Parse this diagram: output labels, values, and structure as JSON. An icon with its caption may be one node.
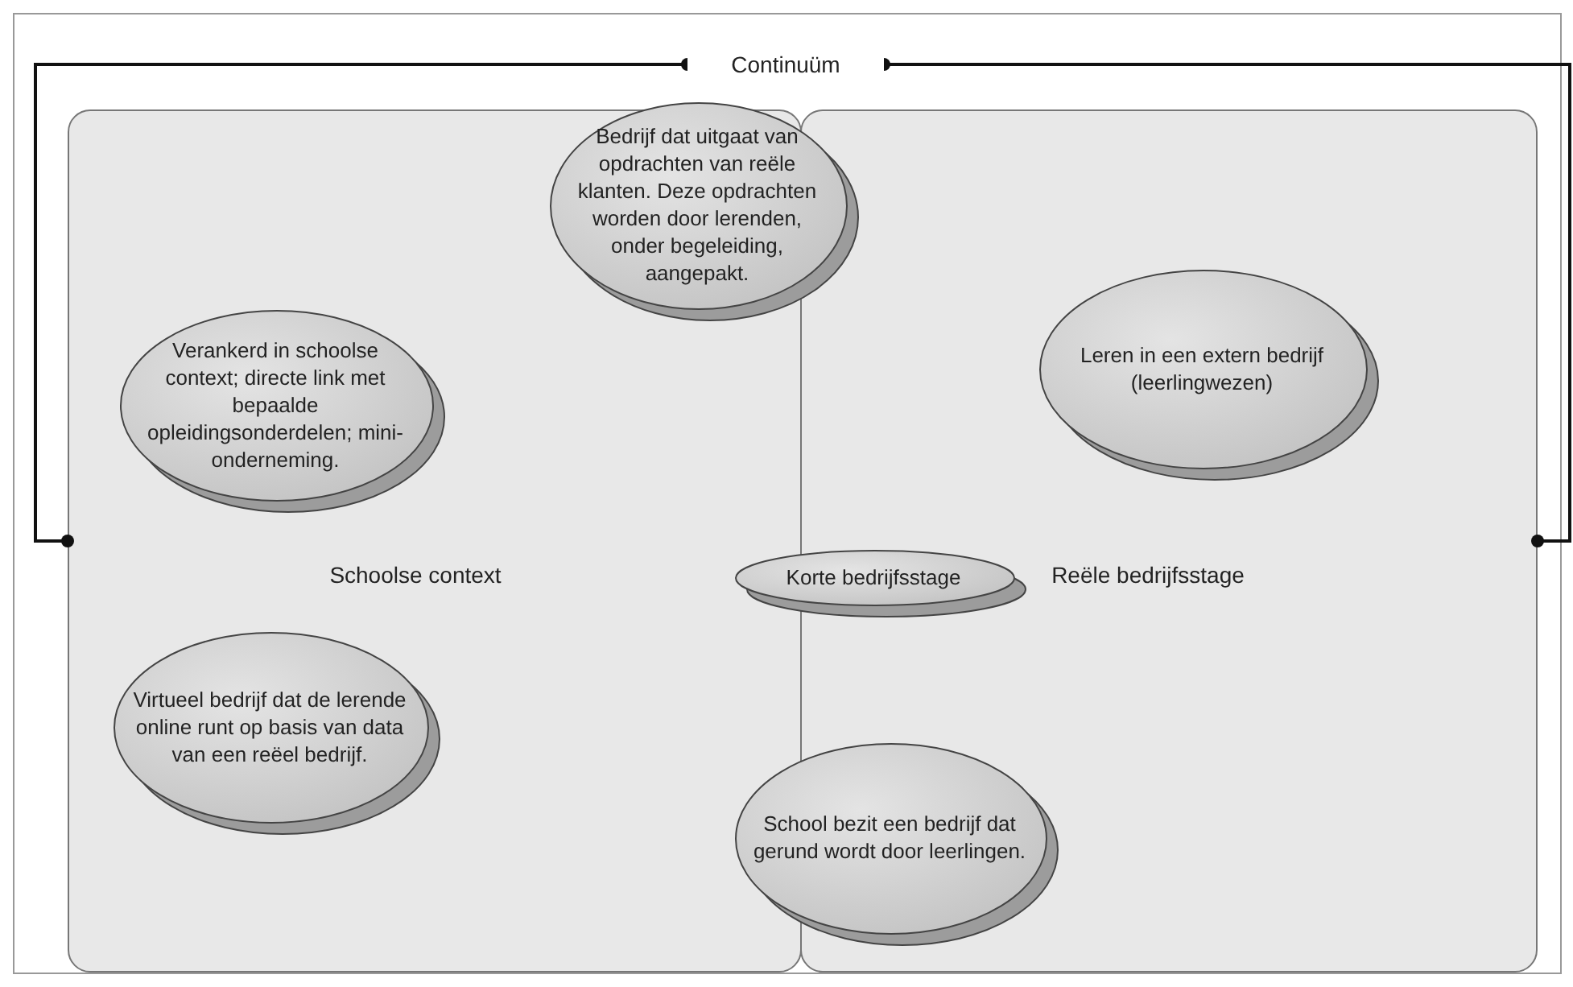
{
  "diagram": {
    "nodes": [
      {
        "text": [
          "Continuüm"
        ]
      },
      {
        "text": [
          "Schoolse context"
        ]
      },
      {
        "text": [
          "Reële bedrijfsstage"
        ]
      },
      {
        "text": [
          "Bedrijf dat uitgaat van opdrachten van reële klanten. Deze opdrachten worden door lerenden, onder begeleiding, aangepakt."
        ]
      },
      {
        "text": [
          "Verankerd in schoolse context; directe link met bepaalde opleidingsonderdelen; mini-onderneming."
        ],
        "in": 1
      },
      {
        "text": [
          "Leren in een extern bedrijf (leerlingwezen)"
        ],
        "in": 2
      },
      {
        "text": [
          "Korte bedrijfsstage"
        ]
      },
      {
        "text": [
          "Virtueel bedrijf dat de lerende online runt op basis van data van een reëel bedrijf."
        ],
        "in": 1
      },
      {
        "text": [
          "School bezit een bedrijf dat gerund wordt door leerlingen."
        ]
      }
    ],
    "edges": [
      {
        "from": 0,
        "to": 1,
        "arrow": "other"
      },
      {
        "from": 0,
        "to": 2,
        "arrow": "other"
      }
    ]
  }
}
